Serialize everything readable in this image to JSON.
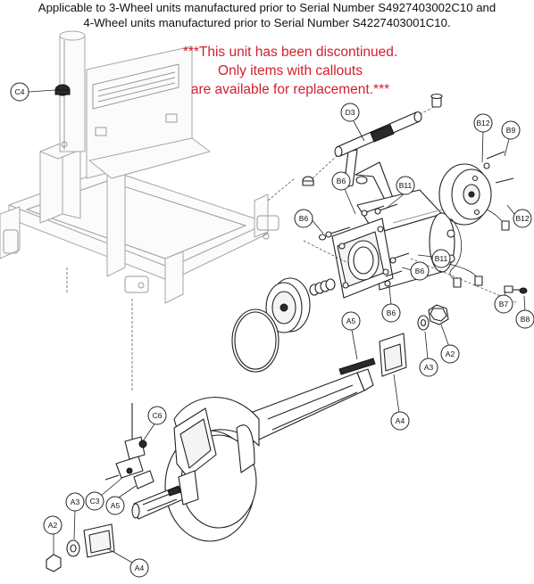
{
  "header": {
    "line1": "Applicable to 3-Wheel units manufactured prior to Serial Number S4927403002C10 and",
    "line2": "4-Wheel units manufactured prior to Serial Number S4227403001C10."
  },
  "notice": {
    "line1": "***This unit has been discontinued.",
    "line2": "Only items with callouts",
    "line3": "are available for replacement.***",
    "color": "#d0202e"
  },
  "callouts": {
    "c4": "C4",
    "d3": "D3",
    "b12_top": "B12",
    "b9": "B9",
    "b6_upper": "B6",
    "b11_upper": "B11",
    "b6_left": "B6",
    "b12_right": "B12",
    "b11_lower": "B11",
    "b6_mid": "B6",
    "b6_lower": "B6",
    "b7": "B7",
    "b8": "B8",
    "a5_upper": "A5",
    "a2_right": "A2",
    "a3_right": "A3",
    "a4_right": "A4",
    "c6": "C6",
    "c3": "C3",
    "a5_lower": "A5",
    "a3_left": "A3",
    "a2_left": "A2",
    "a4_left": "A4"
  }
}
